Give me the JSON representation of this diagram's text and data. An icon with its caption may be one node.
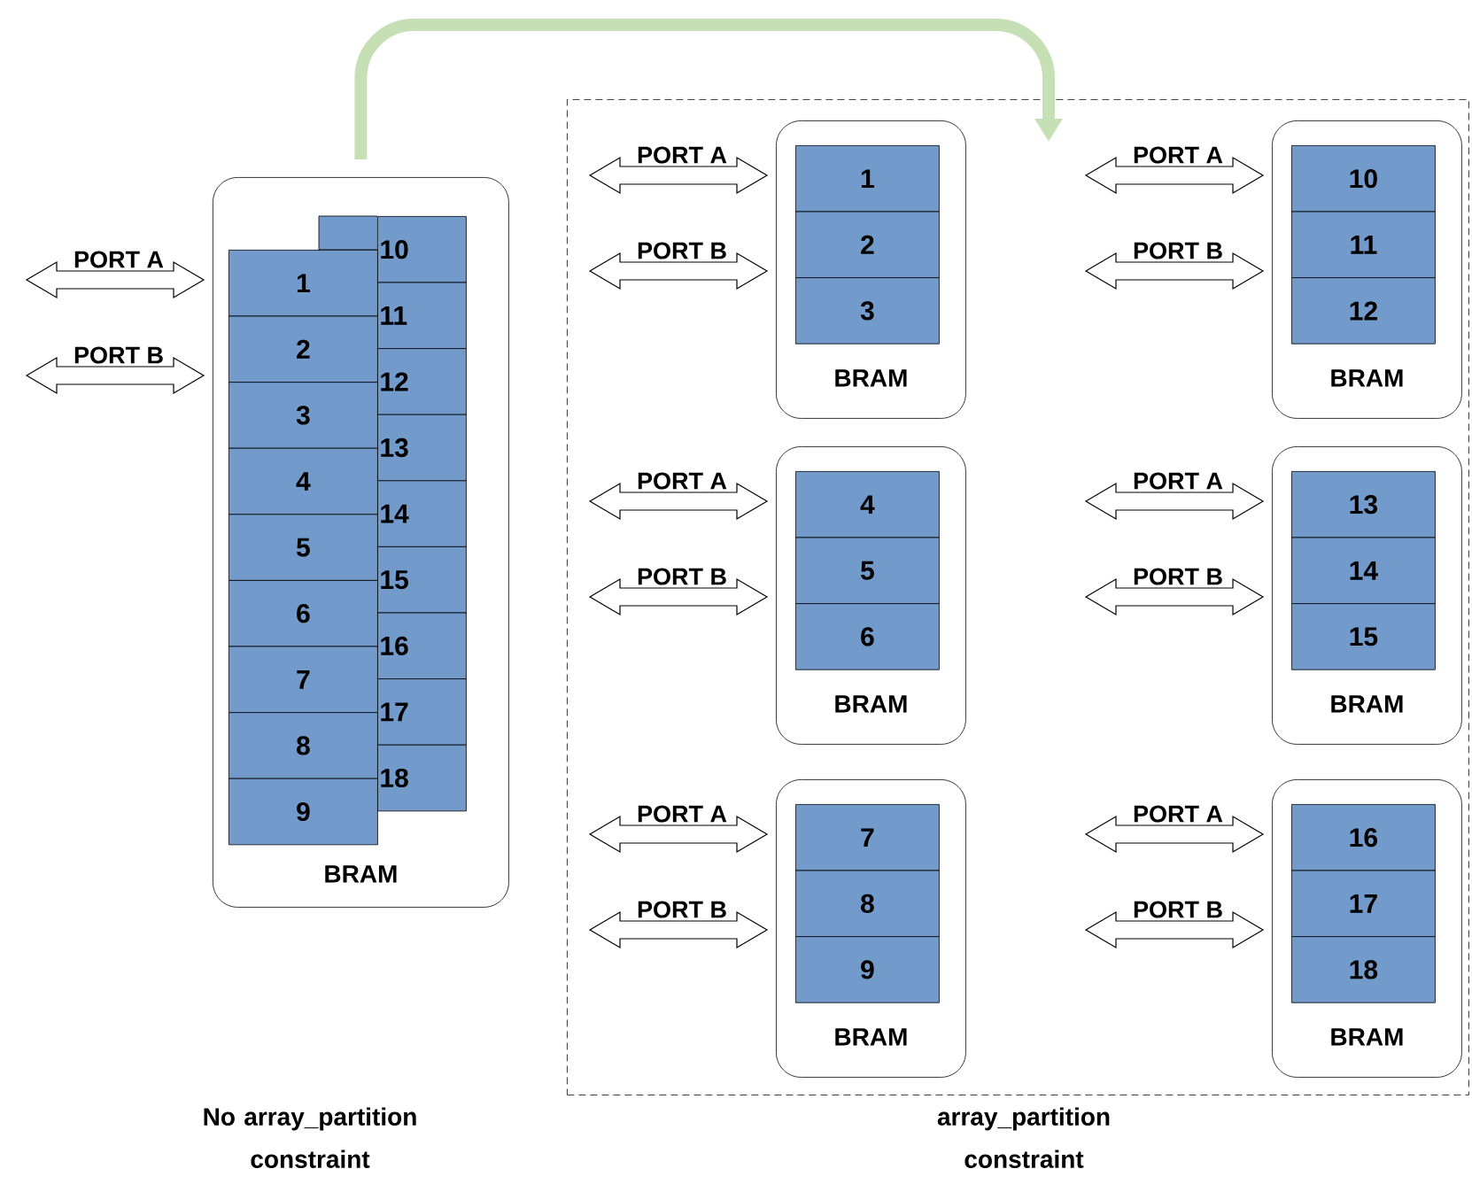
{
  "diagram": {
    "nodes": [
      {
        "text": [
          "BRAM"
        ]
      },
      {
        "text": [
          "1"
        ],
        "in": 0
      },
      {
        "text": [
          "2"
        ],
        "in": 0
      },
      {
        "text": [
          "3"
        ],
        "in": 0
      },
      {
        "text": [
          "4"
        ],
        "in": 0
      },
      {
        "text": [
          "5"
        ],
        "in": 0
      },
      {
        "text": [
          "6"
        ],
        "in": 0
      },
      {
        "text": [
          "7"
        ],
        "in": 0
      },
      {
        "text": [
          "8"
        ],
        "in": 0
      },
      {
        "text": [
          "9"
        ],
        "in": 0
      },
      {
        "text": [
          "10"
        ],
        "in": 0
      },
      {
        "text": [
          "11"
        ],
        "in": 0
      },
      {
        "text": [
          "12"
        ],
        "in": 0
      },
      {
        "text": [
          "13"
        ],
        "in": 0
      },
      {
        "text": [
          "14"
        ],
        "in": 0
      },
      {
        "text": [
          "15"
        ],
        "in": 0
      },
      {
        "text": [
          "16"
        ],
        "in": 0
      },
      {
        "text": [
          "17"
        ],
        "in": 0
      },
      {
        "text": [
          "18"
        ],
        "in": 0
      },
      {
        "text": [],
        "shape": "box"
      },
      {
        "text": [
          "BRAM"
        ],
        "in": 19
      },
      {
        "text": [
          "1"
        ],
        "in": 20
      },
      {
        "text": [
          "2"
        ],
        "in": 20
      },
      {
        "text": [
          "3"
        ],
        "in": 20
      },
      {
        "text": [
          "BRAM"
        ],
        "in": 19
      },
      {
        "text": [
          "10"
        ],
        "in": 24
      },
      {
        "text": [
          "11"
        ],
        "in": 24
      },
      {
        "text": [
          "12"
        ],
        "in": 24
      },
      {
        "text": [
          "BRAM"
        ],
        "in": 19
      },
      {
        "text": [
          "4"
        ],
        "in": 28
      },
      {
        "text": [
          "5"
        ],
        "in": 28
      },
      {
        "text": [
          "6"
        ],
        "in": 28
      },
      {
        "text": [
          "BRAM"
        ],
        "in": 19
      },
      {
        "text": [
          "13"
        ],
        "in": 32
      },
      {
        "text": [
          "14"
        ],
        "in": 32
      },
      {
        "text": [
          "15"
        ],
        "in": 32
      },
      {
        "text": [
          "BRAM"
        ],
        "in": 19
      },
      {
        "text": [
          "7"
        ],
        "in": 36
      },
      {
        "text": [
          "8"
        ],
        "in": 36
      },
      {
        "text": [
          "9"
        ],
        "in": 36
      },
      {
        "text": [
          "BRAM"
        ],
        "in": 19
      },
      {
        "text": [
          "16"
        ],
        "in": 40
      },
      {
        "text": [
          "17"
        ],
        "in": 40
      },
      {
        "text": [
          "18"
        ],
        "in": 40
      }
    ],
    "edges": [
      {
        "from": 0,
        "to": 19,
        "arrow": "to",
        "color": "#c5e0b4"
      },
      {
        "from": null,
        "to": 0,
        "arrow": "both",
        "label": "PORT A"
      },
      {
        "from": null,
        "to": 0,
        "arrow": "both",
        "label": "PORT B"
      },
      {
        "from": null,
        "to": 20,
        "arrow": "both",
        "label": "PORT A"
      },
      {
        "from": null,
        "to": 20,
        "arrow": "both",
        "label": "PORT B"
      },
      {
        "from": null,
        "to": 24,
        "arrow": "both",
        "label": "PORT A"
      },
      {
        "from": null,
        "to": 24,
        "arrow": "both",
        "label": "PORT B"
      },
      {
        "from": null,
        "to": 28,
        "arrow": "both",
        "label": "PORT A"
      },
      {
        "from": null,
        "to": 28,
        "arrow": "both",
        "label": "PORT B"
      },
      {
        "from": null,
        "to": 32,
        "arrow": "both",
        "label": "PORT A"
      },
      {
        "from": null,
        "to": 32,
        "arrow": "both",
        "label": "PORT B"
      },
      {
        "from": null,
        "to": 36,
        "arrow": "both",
        "label": "PORT A"
      },
      {
        "from": null,
        "to": 36,
        "arrow": "both",
        "label": "PORT B"
      },
      {
        "from": null,
        "to": 40,
        "arrow": "both",
        "label": "PORT A"
      },
      {
        "from": null,
        "to": 40,
        "arrow": "both",
        "label": "PORT B"
      }
    ],
    "labels": [
      "No array_partition constraint",
      "array_partition constraint"
    ]
  }
}
